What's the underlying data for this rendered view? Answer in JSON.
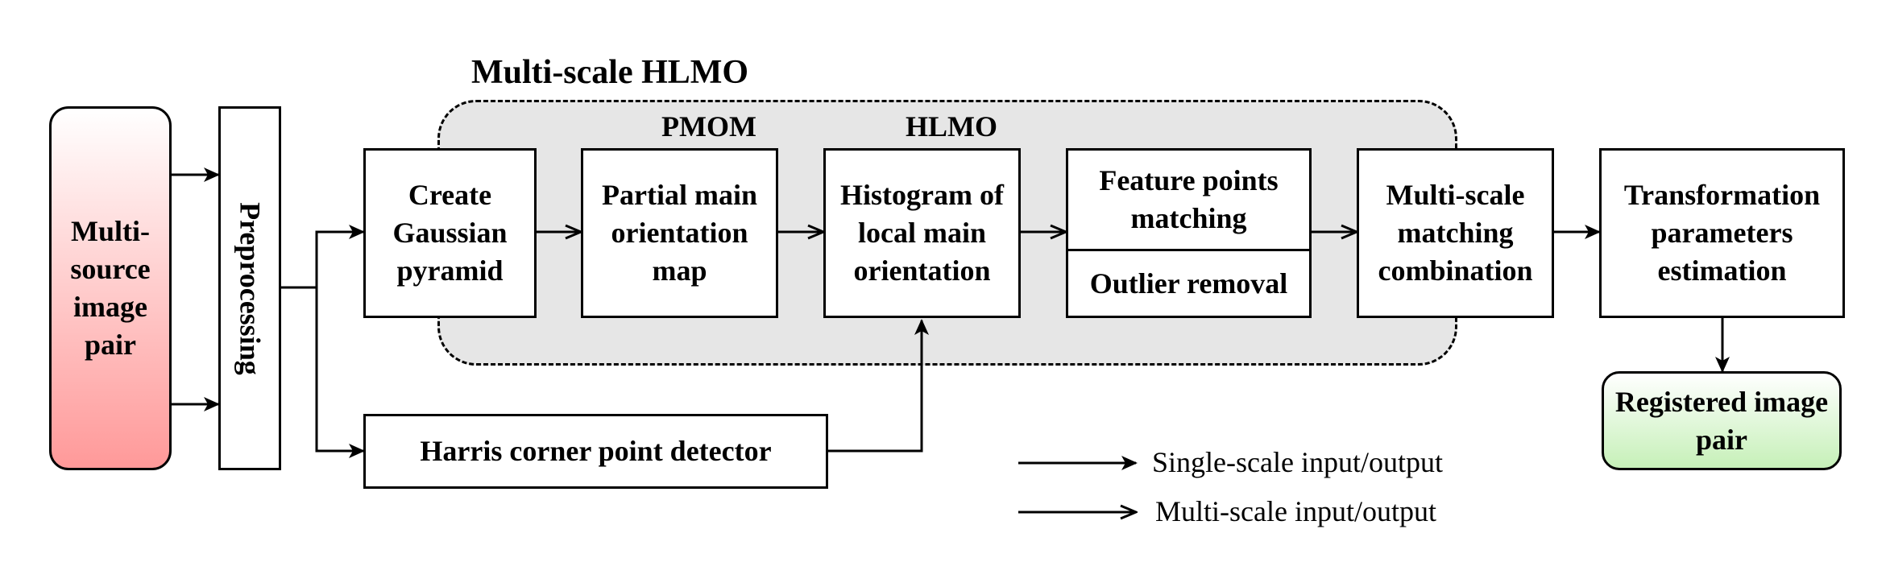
{
  "group": {
    "title": "Multi-scale HLMO"
  },
  "labels": {
    "pmom": "PMOM",
    "hlmo": "HLMO"
  },
  "boxes": {
    "input": "Multi-source image pair",
    "preprocessing": "Preprocessing",
    "gaussian": "Create Gaussian pyramid",
    "pmom": "Partial main orientation map",
    "histogram": "Histogram of local main orientation",
    "matching": "Feature points matching",
    "outlier": "Outlier removal",
    "combination": "Multi-scale matching combination",
    "transform": "Transformation parameters estimation",
    "harris": "Harris corner point detector",
    "output": "Registered image pair"
  },
  "legend": {
    "single": "Single-scale input/output",
    "multi": "Multi-scale input/output"
  },
  "colors": {
    "input_top": "#ffffff",
    "input_bottom": "#ff9999",
    "output_top": "#ffffff",
    "output_bottom": "#c6f0b8",
    "group_fill": "#e6e6e6",
    "stroke": "#000000"
  }
}
